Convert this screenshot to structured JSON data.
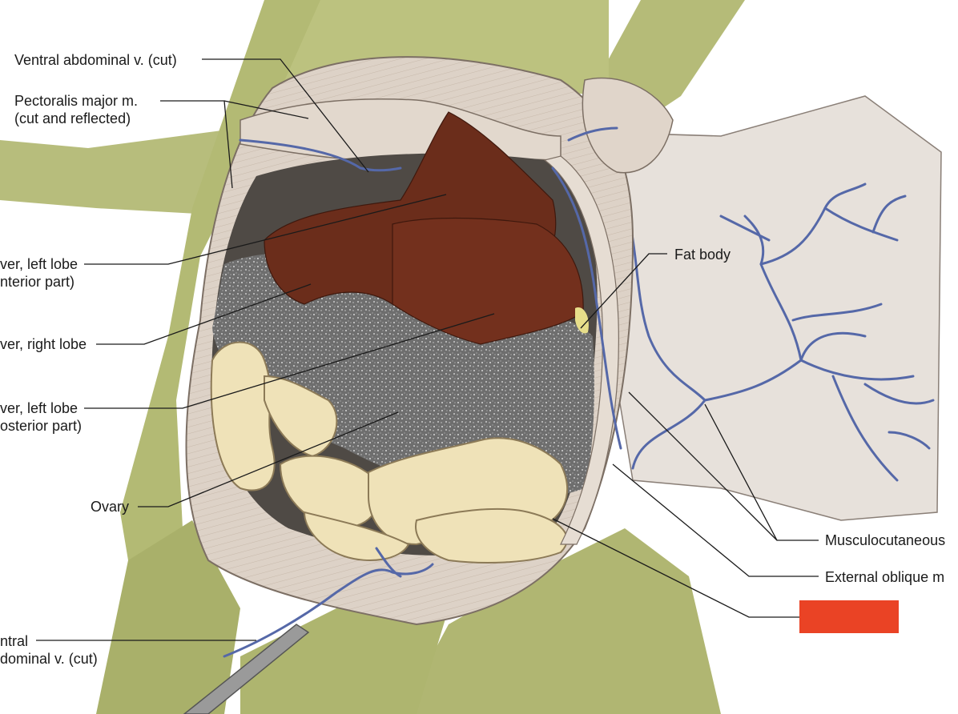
{
  "labels": {
    "ventral_abdominal_top": "Ventral abdominal v. (cut)",
    "pectoralis": "Pectoralis major m.\n(cut and reflected)",
    "liver_left_anterior": "ver, left lobe\nnterior part)",
    "liver_right": "ver, right lobe",
    "liver_left_posterior": "ver, left lobe\nosterior part)",
    "ovary": "Ovary",
    "ventral_abdominal_bottom": "ntral\ndominal v. (cut)",
    "fat_body": "Fat body",
    "musculocutaneous": "Musculocutaneous",
    "external_oblique": "External oblique m"
  },
  "colors": {
    "frog_skin": "#b9bf7e",
    "skin_shade": "#9aa560",
    "muscle": "#ddd2c7",
    "liver": "#6e2f1c",
    "stomach": "#6f6f6f",
    "intestine": "#efe2b8",
    "vein": "#5568a8",
    "fat": "#e8df8a",
    "leader": "#1a1a1a",
    "mask": "#ea4325"
  }
}
